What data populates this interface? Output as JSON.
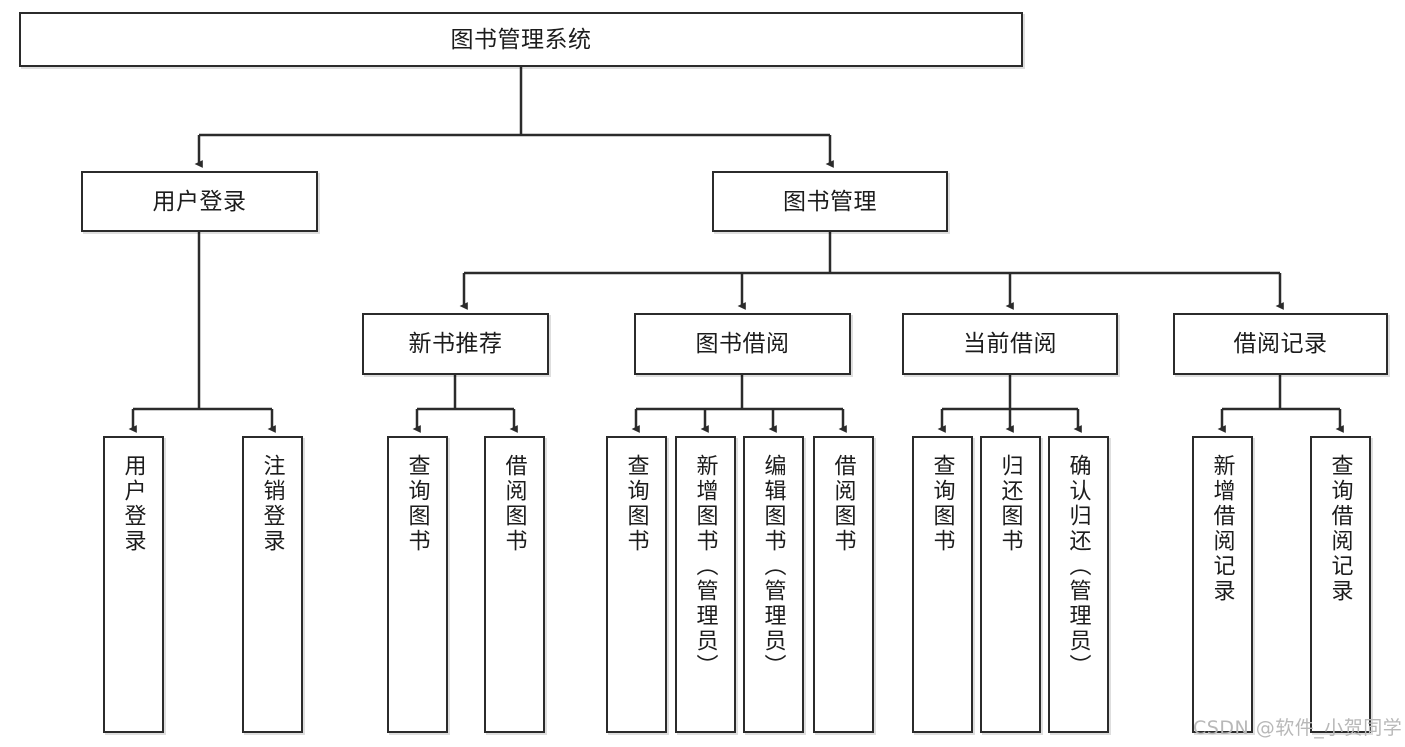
{
  "diagram": {
    "title": "图书管理系统",
    "watermark": "CSDN @软件_小贺同学",
    "colors": {
      "box_border": "#2b2b2b",
      "box_fill": "#ffffff",
      "edge": "#2b2b2b",
      "text": "#1c1c1c",
      "watermark": "#b8b8b8",
      "background": "#ffffff"
    },
    "levels": {
      "root": {
        "label": "图书管理系统"
      },
      "level2": [
        {
          "label": "用户登录"
        },
        {
          "label": "图书管理"
        }
      ],
      "level3": [
        {
          "label": "新书推荐"
        },
        {
          "label": "图书借阅"
        },
        {
          "label": "当前借阅"
        },
        {
          "label": "借阅记录"
        }
      ],
      "leaves": [
        {
          "label": "用户登录"
        },
        {
          "label": "注销登录"
        },
        {
          "label": "查询图书"
        },
        {
          "label": "借阅图书"
        },
        {
          "label": "查询图书"
        },
        {
          "label": "新增图书（管理员）"
        },
        {
          "label": "编辑图书（管理员）"
        },
        {
          "label": "借阅图书"
        },
        {
          "label": "查询图书"
        },
        {
          "label": "归还图书"
        },
        {
          "label": "确认归还（管理员）"
        },
        {
          "label": "新增借阅记录"
        },
        {
          "label": "查询借阅记录"
        }
      ]
    }
  }
}
